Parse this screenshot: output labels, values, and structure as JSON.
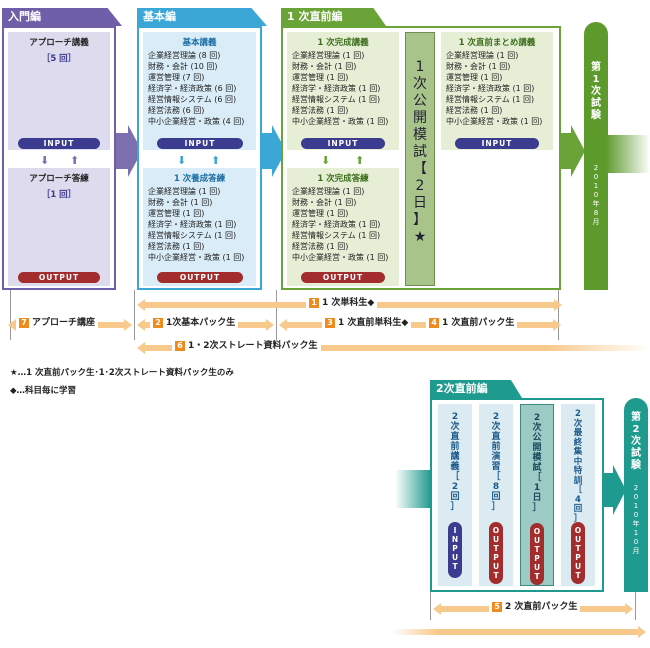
{
  "intro": {
    "tab": "入門編",
    "top": {
      "title": "アプローチ講義",
      "count": "［5 回］"
    },
    "bottom": {
      "title": "アプローチ答練",
      "count": "［1 回］"
    },
    "input": "INPUT",
    "output": "OUTPUT"
  },
  "basic": {
    "tab": "基本編",
    "top": {
      "title": "基本講義",
      "items": [
        "企業経営理論 (8 回)",
        "財務・会計 (10 回)",
        "運営管理 (7 回)",
        "経済学・経済政策 (6 回)",
        "経営情報システム (6 回)",
        "経営法務 (6 回)",
        "中小企業経営・政策 (4 回)"
      ]
    },
    "bottom": {
      "title": "1 次養成答練",
      "items": [
        "企業経営理論 (1 回)",
        "財務・会計 (1 回)",
        "運営管理 (1 回)",
        "経済学・経済政策 (1 回)",
        "経営情報システム (1 回)",
        "経営法務 (1 回)",
        "中小企業経営・政策 (1 回)"
      ]
    },
    "input": "INPUT",
    "output": "OUTPUT"
  },
  "first": {
    "tab": "1 次直前編",
    "top": {
      "title": "1 次完成講義",
      "items": [
        "企業経営理論 (1 回)",
        "財務・会計 (1 回)",
        "運営管理 (1 回)",
        "経済学・経済政策 (1 回)",
        "経営情報システム (1 回)",
        "経営法務 (1 回)",
        "中小企業経営・政策 (1 回)"
      ]
    },
    "bottom": {
      "title": "1 次完成答練",
      "items": [
        "企業経営理論 (1 回)",
        "財務・会計 (1 回)",
        "運営管理 (1 回)",
        "経済学・経済政策 (1 回)",
        "経営情報システム (1 回)",
        "経営法務 (1 回)",
        "中小企業経営・政策 (1 回)"
      ]
    },
    "mock": "1次公開模試【2日】★",
    "summary": {
      "title": "1 次直前まとめ講義",
      "items": [
        "企業経営理論 (1 回)",
        "財務・会計 (1 回)",
        "運営管理 (1 回)",
        "経済学・経済政策 (1 回)",
        "経営情報システム (1 回)",
        "経営法務 (1 回)",
        "中小企業経営・政策 (1 回)"
      ]
    },
    "input": "INPUT",
    "output": "OUTPUT"
  },
  "exam1": {
    "title": "第1次試験",
    "date": "2010年8月"
  },
  "bars": [
    {
      "num": "1",
      "label": "1 次単科生◆"
    },
    {
      "num": "7",
      "label": "アプローチ講座"
    },
    {
      "num": "2",
      "label": "1次基本パック生"
    },
    {
      "num": "3",
      "label": "1 次直前単科生◆"
    },
    {
      "num": "4",
      "label": "1 次直前パック生"
    },
    {
      "num": "6",
      "label": "1・2次ストレート資料パック生"
    },
    {
      "num": "5",
      "label": "2 次直前パック生"
    }
  ],
  "notes": [
    "★…1 次直前パック生･1･2次ストレート資料パック生のみ",
    "◆…科目毎に学習"
  ],
  "second": {
    "tab": "2次直前編",
    "cols": [
      {
        "text": "2次直前講義［2回］",
        "pill": "INPUT"
      },
      {
        "text": "2次直前演習［8回］",
        "pill": "OUTPUT"
      },
      {
        "text": "2次公開模試［1日］",
        "pill": "OUTPUT"
      },
      {
        "text": "2次最終集中特訓［4回］",
        "pill": "OUTPUT"
      }
    ]
  },
  "exam2": {
    "title": "第2次試験",
    "date": "2010年10月"
  }
}
